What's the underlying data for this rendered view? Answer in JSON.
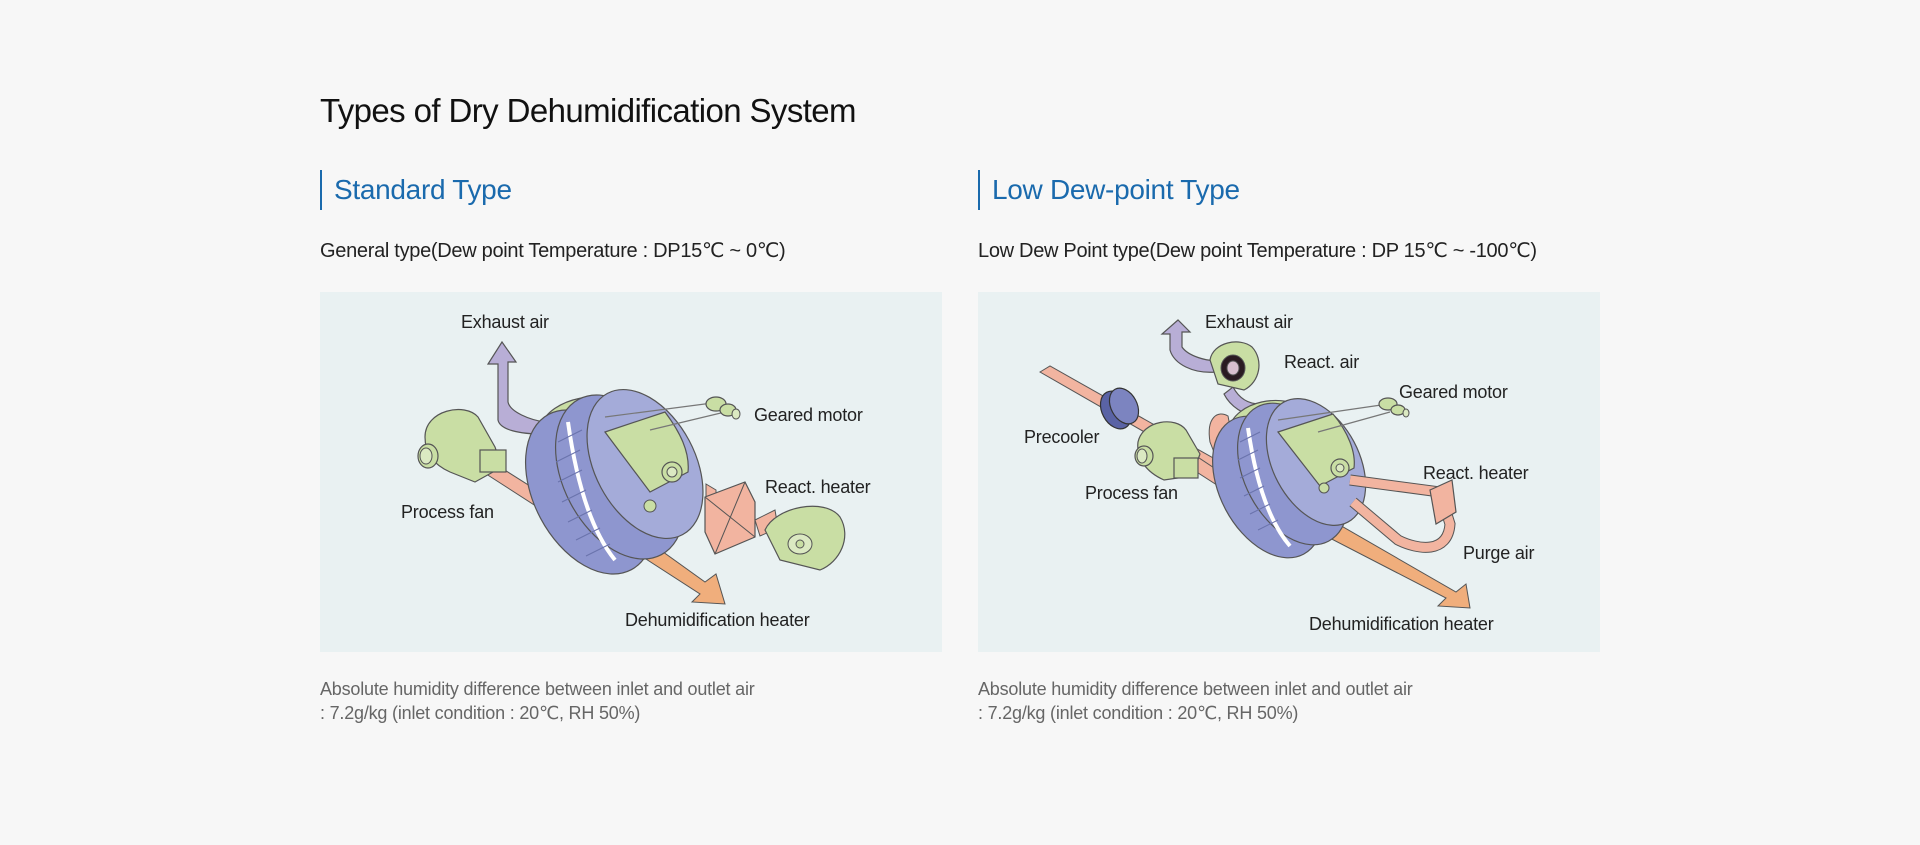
{
  "page": {
    "title": "Types of Dry Dehumidification System"
  },
  "sections": [
    {
      "title": "Standard Type",
      "description": "General type(Dew point Temperature : DP15℃ ~ 0℃)",
      "labels": {
        "exhaust_air": "Exhaust air",
        "geared_motor": "Geared motor",
        "react_heater": "React. heater",
        "process_fan": "Process fan",
        "dehumidification_heater": "Dehumidification heater"
      },
      "note_line1": "Absolute humidity difference between inlet and outlet air",
      "note_line2": " : 7.2g/kg (inlet condition : 20℃, RH 50%)"
    },
    {
      "title": "Low Dew-point Type",
      "description": "Low Dew Point type(Dew point Temperature : DP 15℃ ~ -100℃)",
      "labels": {
        "exhaust_air": "Exhaust air",
        "react_air": "React. air",
        "geared_motor": "Geared motor",
        "precooler": "Precooler",
        "react_heater": "React. heater",
        "process_fan": "Process fan",
        "purge_air": "Purge air",
        "dehumidification_heater": "Dehumidification heater"
      },
      "note_line1": "Absolute humidity difference between inlet and outlet air",
      "note_line2": " : 7.2g/kg (inlet condition : 20℃, RH 50%)"
    }
  ],
  "colors": {
    "accent": "#1a6aad",
    "diagram_bg": "#e9f1f2",
    "rotor": "#8e96cf",
    "casing": "#c9dea4",
    "duct_orange": "#f0ae7c",
    "duct_pink": "#f2b4a0",
    "exhaust": "#b8aed6"
  }
}
